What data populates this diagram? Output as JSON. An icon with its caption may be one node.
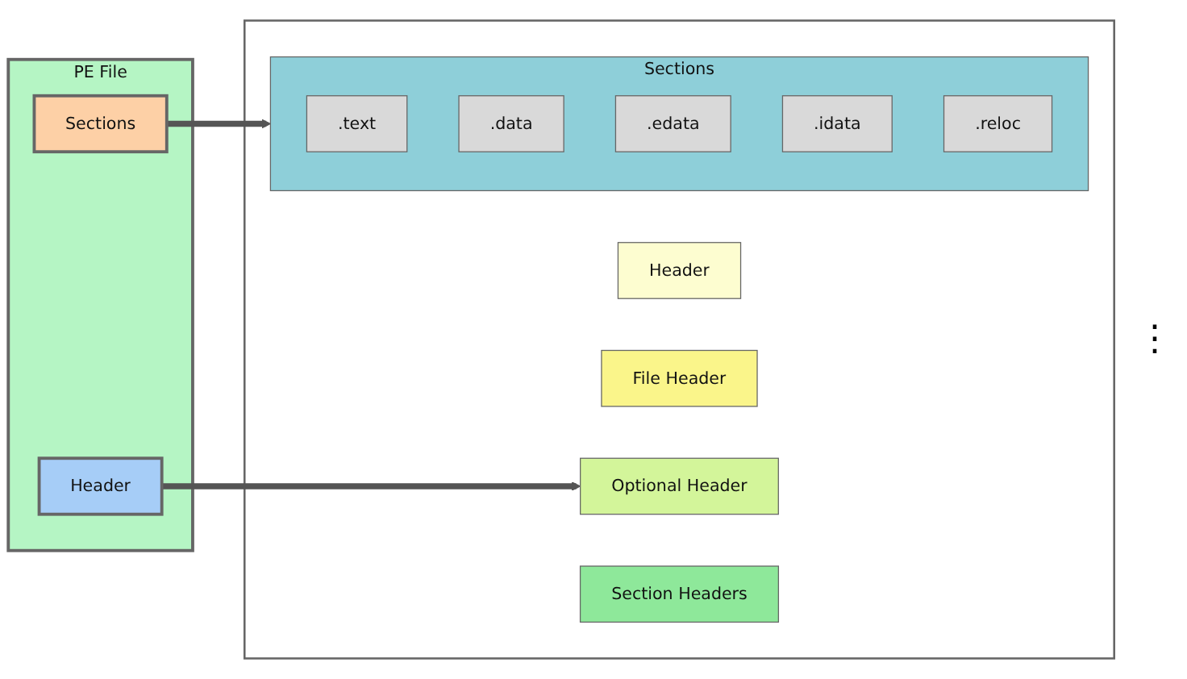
{
  "diagram": {
    "nodes": [
      {
        "text": [
          "PE File"
        ]
      },
      {
        "text": [
          "Header"
        ],
        "in": 0
      },
      {
        "text": [
          "Sections"
        ],
        "in": 0
      },
      {
        "text": [],
        "shape": "box"
      },
      {
        "text": [
          "Header"
        ],
        "in": 3
      },
      {
        "text": [
          "File Header"
        ],
        "in": 3
      },
      {
        "text": [
          "Optional Header"
        ],
        "in": 3
      },
      {
        "text": [
          "Section Headers"
        ],
        "in": 3
      },
      {
        "text": [
          "Sections"
        ],
        "in": 3
      },
      {
        "text": [
          ".text"
        ],
        "in": 8
      },
      {
        "text": [
          ".data"
        ],
        "in": 8
      },
      {
        "text": [
          ".edata"
        ],
        "in": 8
      },
      {
        "text": [
          ".idata"
        ],
        "in": 8
      },
      {
        "text": [
          ".reloc"
        ],
        "in": 8
      }
    ],
    "edges": [
      {
        "from": 1,
        "to": 6,
        "arrow": "to"
      },
      {
        "from": 2,
        "to": 8,
        "arrow": "to"
      }
    ],
    "labels": [
      "⋮"
    ]
  }
}
